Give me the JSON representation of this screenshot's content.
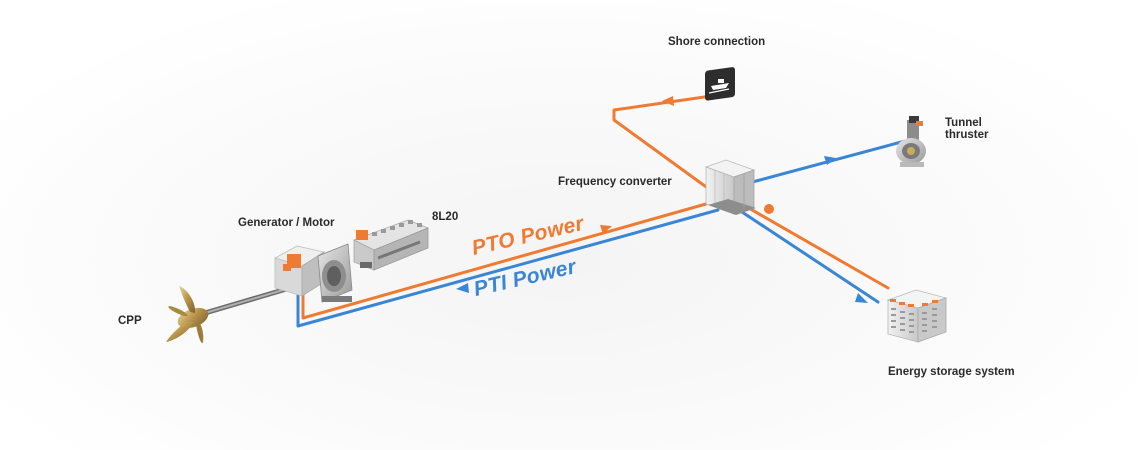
{
  "labels": {
    "shore_connection": "Shore connection",
    "tunnel_thruster_line1": "Tunnel",
    "tunnel_thruster_line2": "thruster",
    "frequency_converter": "Frequency converter",
    "engine_model": "8L20",
    "generator_motor": "Generator / Motor",
    "cpp": "CPP",
    "energy_storage_system": "Energy storage system",
    "pto_power": "PTO Power",
    "pti_power": "PTI  Power"
  },
  "colors": {
    "pto": "#ee7b31",
    "pti": "#3a86d6",
    "text": "#2a2a2a"
  },
  "icons": {
    "shore": "shore-plug-ship-icon"
  }
}
